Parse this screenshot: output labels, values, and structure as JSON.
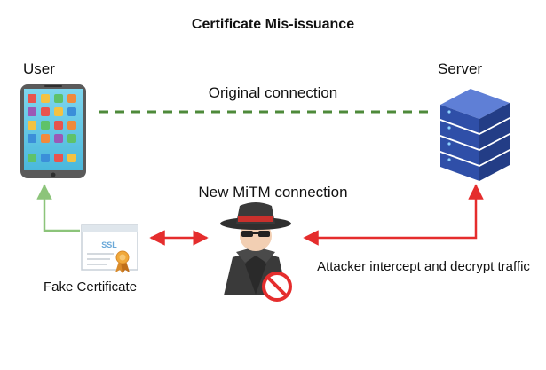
{
  "title": "Certificate Mis-issuance",
  "nodes": {
    "user": "User",
    "server": "Server",
    "fake_certificate": "Fake Certificate",
    "attacker": "Attacker intercept and decrypt traffic"
  },
  "connections": {
    "original": "Original connection",
    "mitm": "New MiTM connection"
  },
  "certificate_badge": "SSL",
  "colors": {
    "original_line": "#4e8a3a",
    "mitm_arrow": "#e52d2d",
    "user_arrow": "#8cc47a",
    "server_blue": "#2f4fa8",
    "phone_body": "#5a5a5a",
    "hat_red": "#c9302c"
  },
  "icons": [
    "phone-icon",
    "server-icon",
    "certificate-icon",
    "spy-icon",
    "no-entry-icon"
  ]
}
